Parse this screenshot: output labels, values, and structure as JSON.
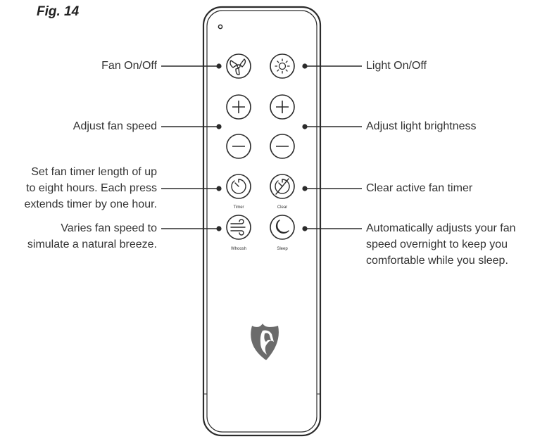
{
  "figure": {
    "title": "Fig. 14"
  },
  "buttons": {
    "timer_label": "Timer",
    "clear_label": "Clear",
    "whoosh_label": "Whoosh",
    "sleep_label": "Sleep"
  },
  "callouts": {
    "fan_on_off": [
      "Fan On/Off"
    ],
    "light_on_off": [
      "Light On/Off"
    ],
    "adjust_fan_speed": [
      "Adjust fan speed"
    ],
    "adjust_light_brightness": [
      "Adjust light brightness"
    ],
    "fan_timer": [
      "Set fan timer length of up",
      "to eight hours. Each press",
      "extends timer by one hour."
    ],
    "clear_timer": [
      "Clear active fan timer"
    ],
    "whoosh": [
      "Varies fan speed to",
      "simulate a natural breeze."
    ],
    "sleep": [
      "Automatically adjusts your fan",
      "speed overnight to keep you",
      "comfortable while you sleep."
    ]
  },
  "colors": {
    "outline": "#2b2b2b",
    "text": "#333333",
    "logo": "#6b6b6b"
  }
}
